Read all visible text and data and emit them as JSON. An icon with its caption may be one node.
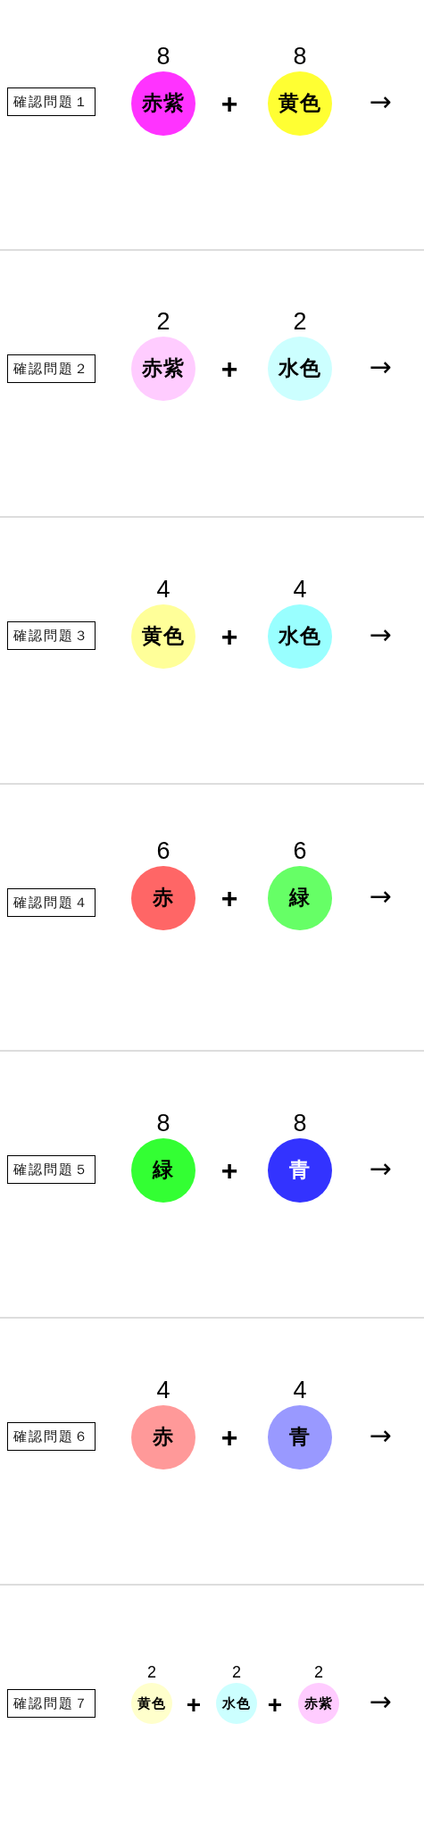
{
  "diagram": {
    "nodes": [
      {
        "text": [
          "確認問題１"
        ]
      },
      {
        "text": [
          "赤紫"
        ],
        "beside": [
          "8"
        ]
      },
      {
        "text": [
          "黄色"
        ],
        "beside": [
          "8"
        ]
      },
      {
        "text": [
          "確認問題２"
        ]
      },
      {
        "text": [
          "赤紫"
        ],
        "beside": [
          "2"
        ]
      },
      {
        "text": [
          "水色"
        ],
        "beside": [
          "2"
        ]
      },
      {
        "text": [
          "確認問題３"
        ]
      },
      {
        "text": [
          "黄色"
        ],
        "beside": [
          "4"
        ]
      },
      {
        "text": [
          "水色"
        ],
        "beside": [
          "4"
        ]
      },
      {
        "text": [
          "確認問題４"
        ]
      },
      {
        "text": [
          "赤"
        ],
        "beside": [
          "6"
        ]
      },
      {
        "text": [
          "緑"
        ],
        "beside": [
          "6"
        ]
      },
      {
        "text": [
          "確認問題５"
        ]
      },
      {
        "text": [
          "緑"
        ],
        "beside": [
          "8"
        ]
      },
      {
        "text": [
          "青"
        ],
        "beside": [
          "8"
        ]
      },
      {
        "text": [
          "確認問題６"
        ]
      },
      {
        "text": [
          "赤"
        ],
        "beside": [
          "4"
        ]
      },
      {
        "text": [
          "青"
        ],
        "beside": [
          "4"
        ]
      },
      {
        "text": [
          "確認問題７"
        ]
      },
      {
        "text": [
          "黄色"
        ],
        "beside": [
          "2"
        ]
      },
      {
        "text": [
          "水色"
        ],
        "beside": [
          "2"
        ]
      },
      {
        "text": [
          "赤紫"
        ],
        "beside": [
          "2"
        ]
      }
    ],
    "labels": [
      "+",
      "→",
      "+",
      "→",
      "+",
      "→",
      "+",
      "→",
      "+",
      "→",
      "+",
      "→",
      "+",
      "+",
      "→"
    ]
  }
}
